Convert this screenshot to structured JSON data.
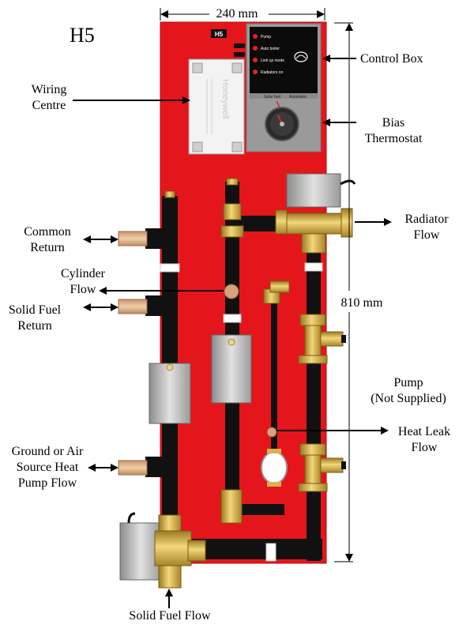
{
  "title": "H5",
  "panel_badge": "H5",
  "wiring_centre_brand": "Honeywell",
  "dimensions": {
    "width": "240 mm",
    "height": "810 mm"
  },
  "labels": {
    "wiring_centre": [
      "Wiring",
      "Centre"
    ],
    "control_box": "Control Box",
    "bias_thermostat": [
      "Bias",
      "Thermostat"
    ],
    "radiator_flow": [
      "Radiator",
      "Flow"
    ],
    "common_return": [
      "Common",
      "Return"
    ],
    "cylinder_flow": [
      "Cylinder",
      "Flow"
    ],
    "solid_fuel_return": [
      "Solid Fuel",
      "Return"
    ],
    "pump_not_supplied": [
      "Pump",
      "(Not Supplied)"
    ],
    "heat_leak_flow": [
      "Heat Leak",
      "Flow"
    ],
    "ground_air_source": [
      "Ground or Air",
      "Source Heat",
      "Pump Flow"
    ],
    "solid_fuel_flow": "Solid Fuel Flow"
  },
  "control_box": {
    "items": [
      "Pump",
      "Auto boiler",
      "Link up mode",
      "Radiators on"
    ],
    "switch_labels": [
      "Solar fuel",
      "Automatic"
    ]
  },
  "colors": {
    "panel": "#e4161b",
    "pipe": "#111111",
    "brass": "#d9b24c",
    "grey_box": "#bfbfbf",
    "control_box": "#9a9a9a",
    "connector": "#e3b98d"
  }
}
